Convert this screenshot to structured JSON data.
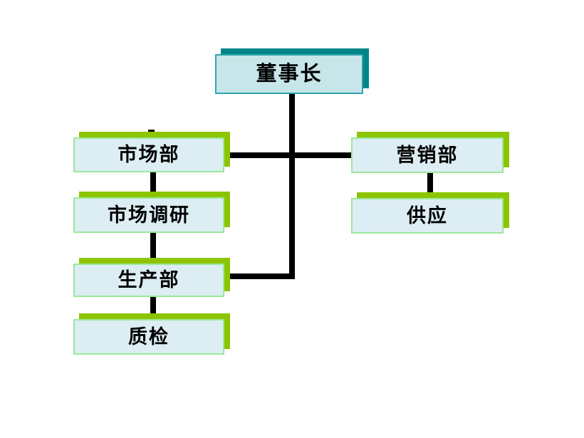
{
  "diagram": {
    "type": "org-chart",
    "nodes": {
      "chairman": {
        "label": "董事长",
        "level": 1,
        "style": "teal"
      },
      "marketing": {
        "label": "市场部",
        "level": 2,
        "style": "green"
      },
      "research": {
        "label": "市场调研",
        "level": 3,
        "style": "green"
      },
      "production": {
        "label": "生产部",
        "level": 2,
        "style": "green"
      },
      "qc": {
        "label": "质检",
        "level": 3,
        "style": "green"
      },
      "sales": {
        "label": "营销部",
        "level": 2,
        "style": "green"
      },
      "supply": {
        "label": "供应",
        "level": 3,
        "style": "green"
      }
    },
    "edges": [
      {
        "from": "董事长",
        "to": "市场部"
      },
      {
        "from": "董事长",
        "to": "营销部"
      },
      {
        "from": "董事长",
        "to": "生产部"
      },
      {
        "from": "市场部",
        "to": "市场调研"
      },
      {
        "from": "市场调研",
        "to": "生产部"
      },
      {
        "from": "生产部",
        "to": "质检"
      },
      {
        "from": "营销部",
        "to": "供应"
      }
    ]
  },
  "colors": {
    "teal_shadow": "#008688",
    "green_shadow": "#8CC500",
    "box_fill_top": "#C7E6EA",
    "box_fill": "#DCEDF3",
    "border_top": "#2FA4AC",
    "border_green": "#9BE89B",
    "connector": "#000000"
  }
}
